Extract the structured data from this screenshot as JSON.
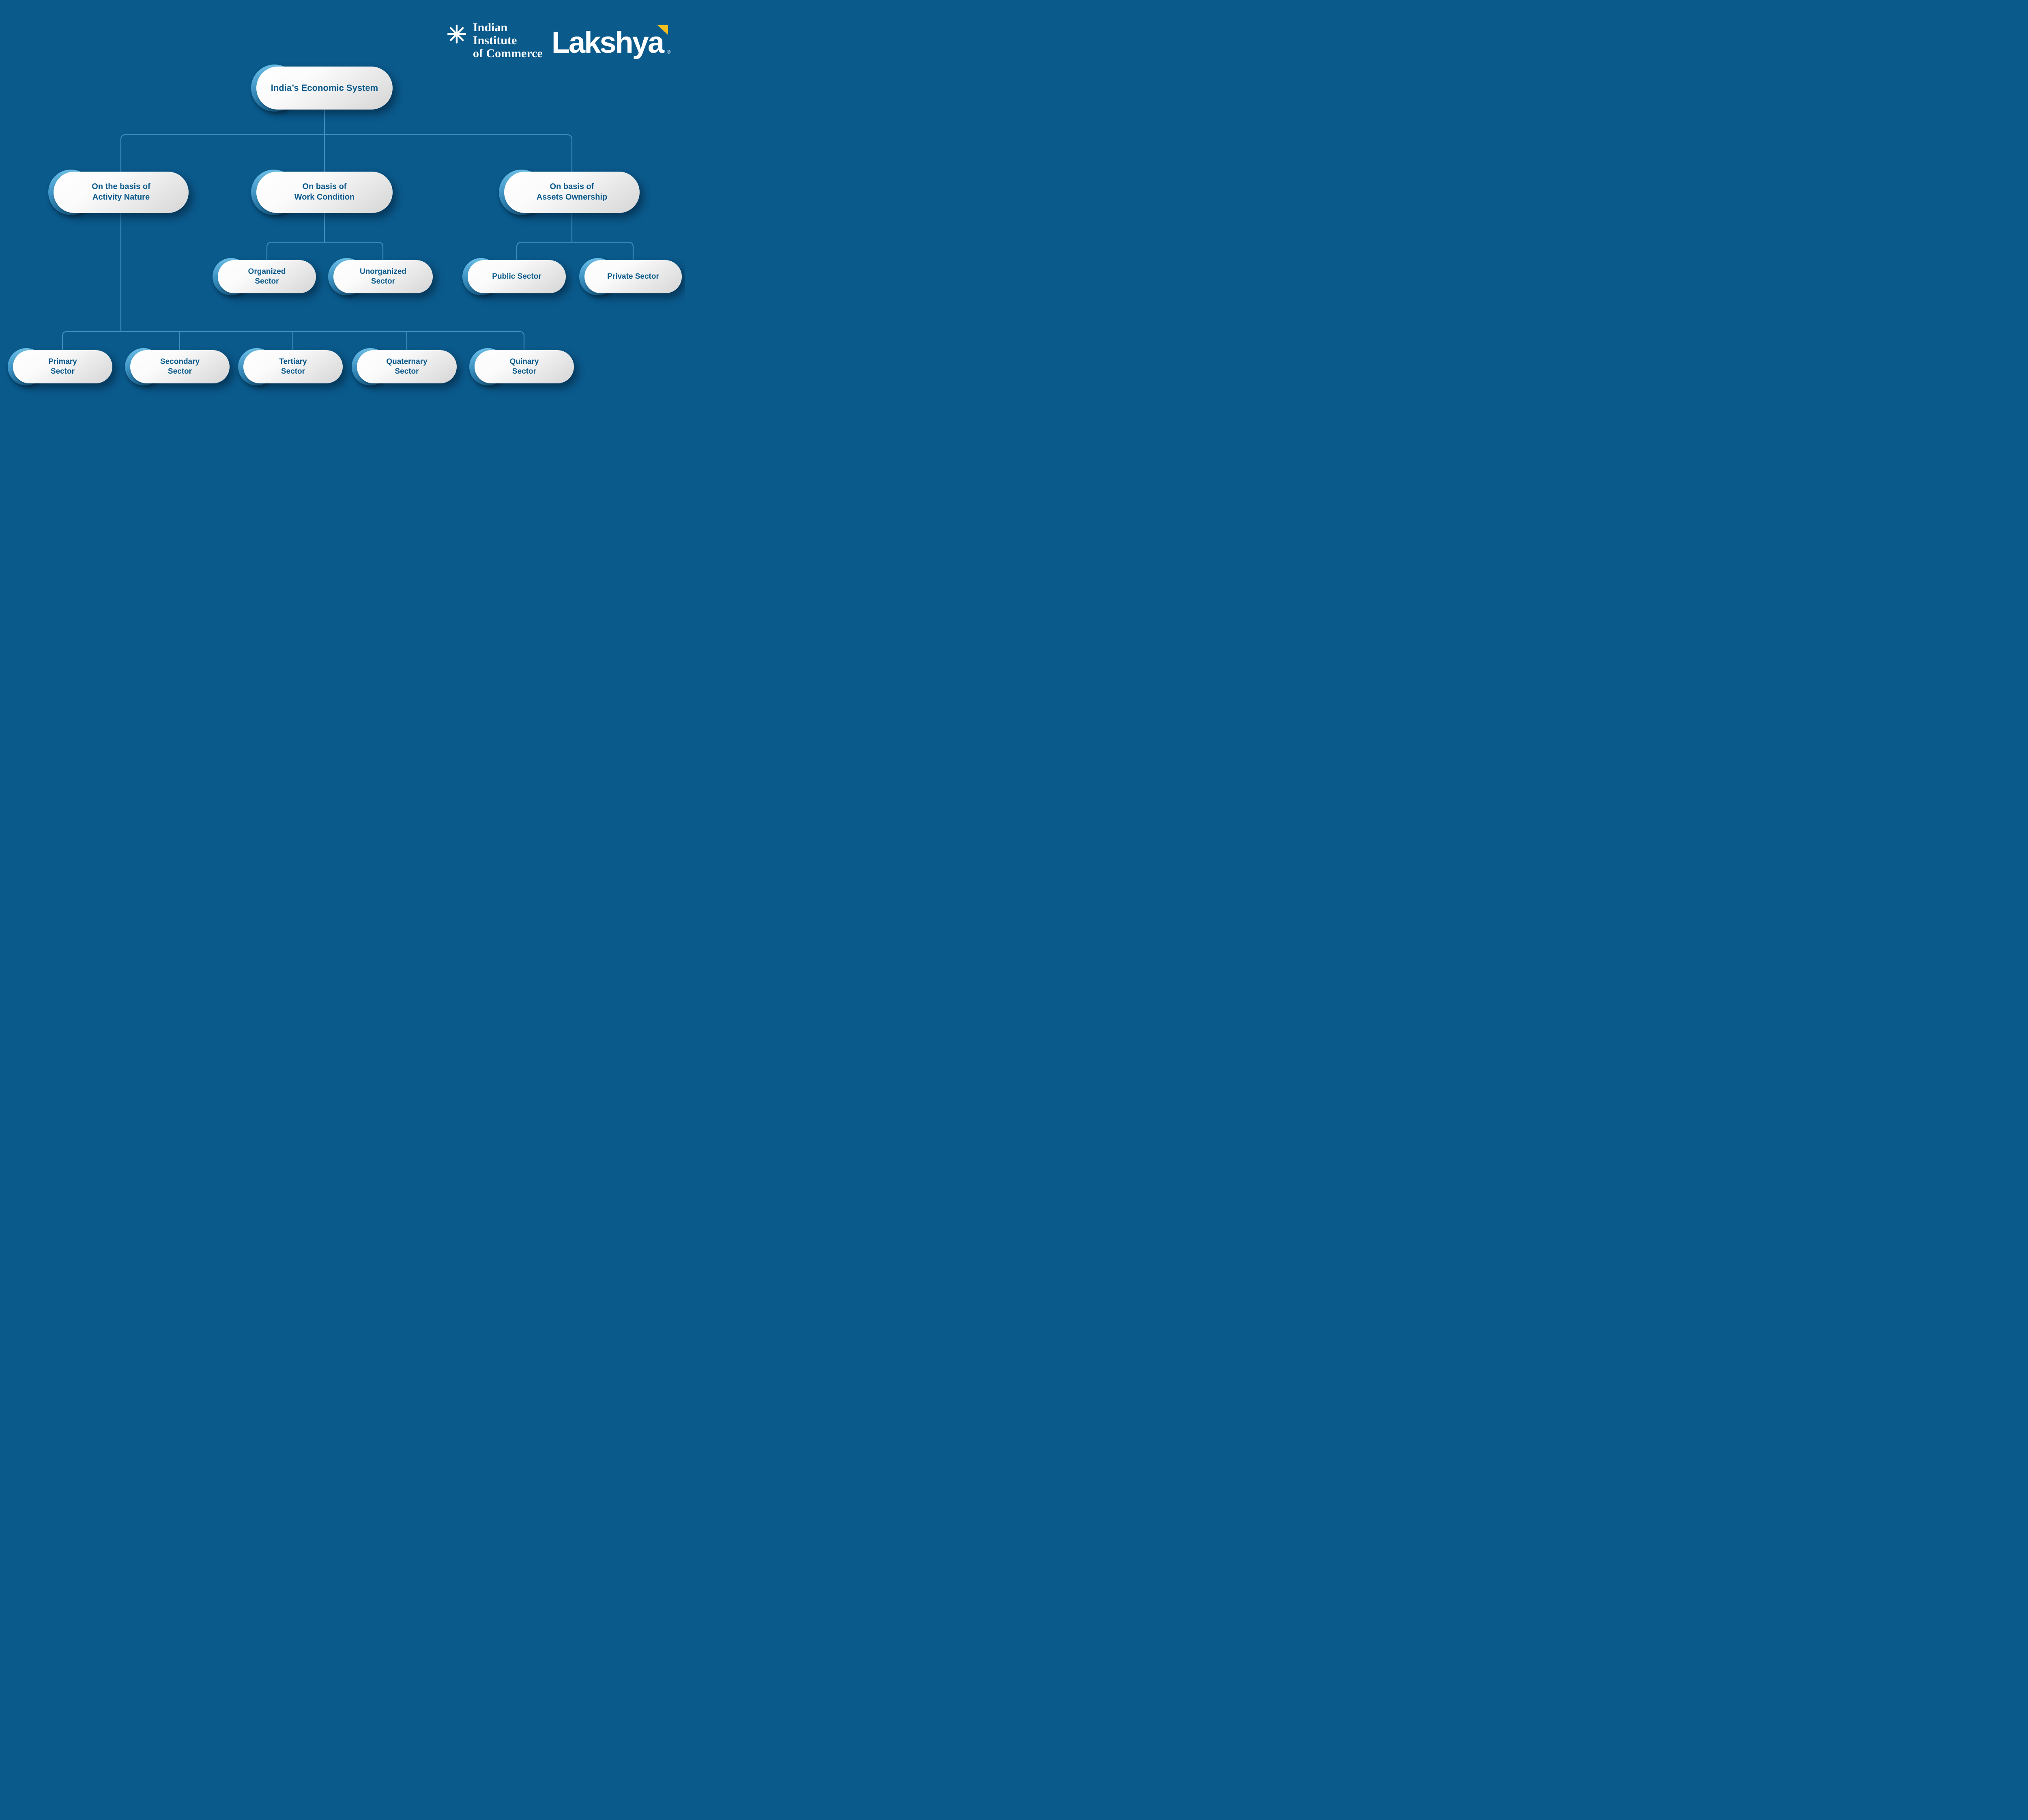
{
  "page": {
    "background": "#0a5a8c"
  },
  "colors": {
    "node_text": "#0a5a8c",
    "connector": "#3f8fbe",
    "pill_accent_top": "#6bc0e8",
    "pill_accent_bottom": "#1f6f9e",
    "flag": "#f4bf1e"
  },
  "logo": {
    "icon": "snowflake-asterisk-icon",
    "institute": [
      "Indian",
      "Institute",
      "of Commerce"
    ],
    "brand": "Lakshya",
    "registered_mark": "®"
  },
  "nodes": {
    "root": {
      "label": "India’s Economic System"
    },
    "activity": {
      "line1": "On the basis of",
      "line2": "Activity Nature"
    },
    "work": {
      "line1": "On basis of",
      "line2": "Work Condition"
    },
    "assets": {
      "line1": "On basis of",
      "line2": "Assets Ownership"
    },
    "organized": {
      "line1": "Organized",
      "line2": "Sector"
    },
    "unorganized": {
      "line1": "Unorganized",
      "line2": "Sector"
    },
    "public": {
      "label": "Public Sector"
    },
    "private": {
      "label": "Private Sector"
    },
    "primary": {
      "line1": "Primary",
      "line2": "Sector"
    },
    "secondary": {
      "line1": "Secondary",
      "line2": "Sector"
    },
    "tertiary": {
      "line1": "Tertiary",
      "line2": "Sector"
    },
    "quaternary": {
      "line1": "Quaternary",
      "line2": "Sector"
    },
    "quinary": {
      "line1": "Quinary",
      "line2": "Sector"
    }
  },
  "hierarchy": {
    "root": "India’s Economic System",
    "children": [
      {
        "label": "On the basis of Activity Nature",
        "children": [
          "Primary Sector",
          "Secondary Sector",
          "Tertiary Sector",
          "Quaternary Sector",
          "Quinary Sector"
        ]
      },
      {
        "label": "On basis of Work Condition",
        "children": [
          "Organized Sector",
          "Unorganized Sector"
        ]
      },
      {
        "label": "On basis of Assets Ownership",
        "children": [
          "Public Sector",
          "Private Sector"
        ]
      }
    ]
  }
}
